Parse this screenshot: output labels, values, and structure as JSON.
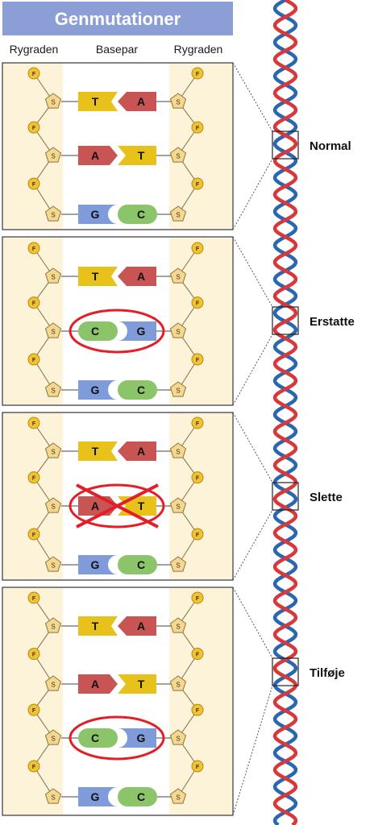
{
  "title": "Genmutationer",
  "headers": {
    "left": "Rygraden",
    "center": "Basepar",
    "right": "Rygraden"
  },
  "labels": {
    "phosphate": "F",
    "sugar": "S"
  },
  "colors": {
    "title_bg": "#8b9ed6",
    "panel_bg": "#fdf3d8",
    "panel_border": "#333333",
    "phosphate": "#f2c230",
    "sugar": "#f5d88e",
    "T": "#e8c21b",
    "A": "#c85454",
    "G": "#7f9bd9",
    "C": "#8cc46a",
    "highlight": "#e41e26",
    "dna_red": "#d7393b",
    "dna_blue": "#2a67b1"
  },
  "panels": [
    {
      "name": "normal",
      "label": "Normal",
      "pairs": [
        {
          "left": "T",
          "right": "A"
        },
        {
          "left": "A",
          "right": "T"
        },
        {
          "left": "G",
          "right": "C"
        }
      ]
    },
    {
      "name": "erstatte",
      "label": "Erstatte",
      "pairs": [
        {
          "left": "T",
          "right": "A"
        },
        {
          "left": "C",
          "right": "G",
          "mark": "circle"
        },
        {
          "left": "G",
          "right": "C"
        }
      ]
    },
    {
      "name": "slette",
      "label": "Slette",
      "pairs": [
        {
          "left": "T",
          "right": "A"
        },
        {
          "left": "A",
          "right": "T",
          "mark": "cross"
        },
        {
          "left": "G",
          "right": "C"
        }
      ]
    },
    {
      "name": "tilfoeje",
      "label": "Tilføje",
      "pairs": [
        {
          "left": "T",
          "right": "A"
        },
        {
          "left": "A",
          "right": "T"
        },
        {
          "left": "C",
          "right": "G",
          "mark": "circle"
        },
        {
          "left": "G",
          "right": "C"
        }
      ]
    }
  ]
}
